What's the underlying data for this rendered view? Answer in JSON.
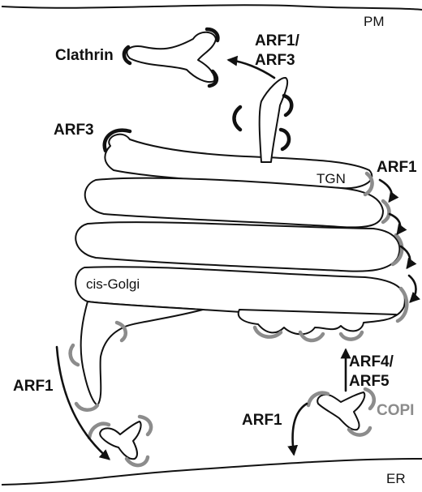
{
  "labels": {
    "pm": "PM",
    "er": "ER",
    "tgn": "TGN",
    "cis_golgi": "cis-Golgi",
    "clathrin": "Clathrin",
    "arf1_arf3_a": "ARF1/",
    "arf1_arf3_b": "ARF3",
    "arf3": "ARF3",
    "arf1_tgn": "ARF1",
    "arf4_arf5_a": "ARF4/",
    "arf4_arf5_b": "ARF5",
    "copi": "COPI",
    "arf1_left": "ARF1",
    "arf1_er": "ARF1"
  },
  "colors": {
    "clathrin_coat": "#111111",
    "copi_coat": "#8c8c8c",
    "membrane": "#111111"
  }
}
